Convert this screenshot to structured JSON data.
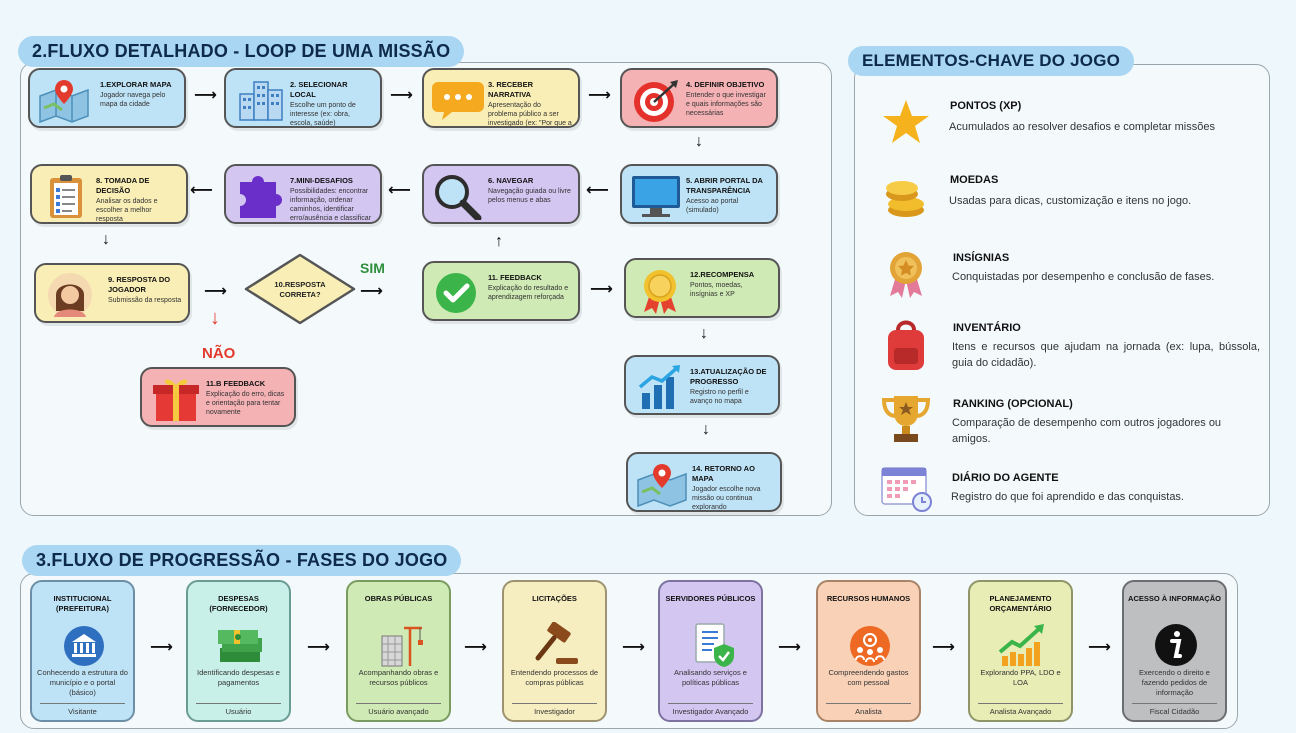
{
  "section2": {
    "title": "2.FLUXO DETALHADO - LOOP DE UMA MISSÃO",
    "steps": [
      {
        "title": "1.EXPLORAR MAPA",
        "desc": "Jogador navega pelo mapa da cidade"
      },
      {
        "title": "2. SELECIONAR LOCAL",
        "desc": "Escolhe um ponto de interesse (ex: obra, escola, saúde)"
      },
      {
        "title": "3. RECEBER NARRATIVA",
        "desc": "Apresentação do problema público a ser investigado (ex: \"Por que a obra está atrasada?\")"
      },
      {
        "title": "4. DEFINIR OBJETIVO",
        "desc": "Entender o que investigar e quais informações são necessárias"
      },
      {
        "title": "5. ABRIR PORTAL DA TRANSPARÊNCIA",
        "desc": "Acesso ao portal (simulado)"
      },
      {
        "title": "6. NAVEGAR",
        "desc": "Navegação guiada ou livre pelos menus e abas"
      },
      {
        "title": "7.MINI-DESAFIOS",
        "desc": "Possibilidades: encontrar informação, ordenar caminhos, identificar erro/ausência e classificar informação."
      },
      {
        "title": "8. TOMADA DE DECISÃO",
        "desc": "Analisar os dados e escolher a melhor resposta"
      },
      {
        "title": "9. RESPOSTA DO JOGADOR",
        "desc": "Submissão da resposta"
      },
      {
        "title": "10.RESPOSTA CORRETA?",
        "desc": ""
      },
      {
        "title": "11. FEEDBACK",
        "desc": "Explicação do resultado e aprendizagem reforçada"
      },
      {
        "title": "12.RECOMPENSA",
        "desc": "Pontos, moedas, insígnias e XP"
      },
      {
        "title": "13.ATUALIZAÇÃO DE PROGRESSO",
        "desc": "Registro no perfil e avanço no mapa"
      },
      {
        "title": "14. RETORNO AO MAPA",
        "desc": "Jogador escolhe nova missão ou continua explorando"
      },
      {
        "title": "11.B FEEDBACK",
        "desc": "Explicação do erro, dicas e orientação para tentar novamente"
      }
    ],
    "sim": "SIM",
    "nao": "NÃO"
  },
  "key": {
    "title": "ELEMENTOS-CHAVE DO JOGO",
    "items": [
      {
        "title": "PONTOS (XP)",
        "desc": "Acumulados ao resolver desafios e completar missões",
        "icon": "star-icon"
      },
      {
        "title": "MOEDAS",
        "desc": "Usadas para dicas, customização e itens no jogo.",
        "icon": "coins-icon"
      },
      {
        "title": "INSÍGNIAS",
        "desc": "Conquistadas por desempenho e conclusão de fases.",
        "icon": "medal-icon"
      },
      {
        "title": "INVENTÁRIO",
        "desc": "Itens e recursos que ajudam na jornada (ex: lupa, bússola, guia do cidadão).",
        "icon": "backpack-icon"
      },
      {
        "title": "RANKING (OPCIONAL)",
        "desc": "Comparação de desempenho com outros jogadores ou amigos.",
        "icon": "trophy-icon"
      },
      {
        "title": "DIÁRIO DO AGENTE",
        "desc": "Registro do que foi aprendido e das conquistas.",
        "icon": "calendar-icon"
      }
    ]
  },
  "section3": {
    "title": "3.FLUXO DE PROGRESSÃO - FASES DO JOGO",
    "phases": [
      {
        "title": "INSTITUCIONAL (PREFEITURA)",
        "desc": "Conhecendo a estrutura do município e o portal (básico)",
        "level": "Visitante"
      },
      {
        "title": "DESPESAS (FORNECEDOR)",
        "desc": "Identificando despesas e pagamentos",
        "level": "Usuário"
      },
      {
        "title": "OBRAS PÚBLICAS",
        "desc": "Acompanhando obras e recursos públicos",
        "level": "Usuário avançado"
      },
      {
        "title": "LICITAÇÕES",
        "desc": "Entendendo processos de compras públicas",
        "level": "Investigador"
      },
      {
        "title": "SERVIDORES PÚBLICOS",
        "desc": "Analisando serviços e políticas públicas",
        "level": "Investigador Avançado"
      },
      {
        "title": "RECURSOS HUMANOS",
        "desc": "Compreendendo gastos com pessoal",
        "level": "Analista"
      },
      {
        "title": "PLANEJAMENTO ORÇAMENTÁRIO",
        "desc": "Explorando PPA, LDO e LOA",
        "level": "Analista Avançado"
      },
      {
        "title": "ACESSO À INFORMAÇÃO",
        "desc": "Exercendo o direito e fazendo pedidos de informação",
        "level": "Fiscal Cidadão"
      }
    ]
  }
}
